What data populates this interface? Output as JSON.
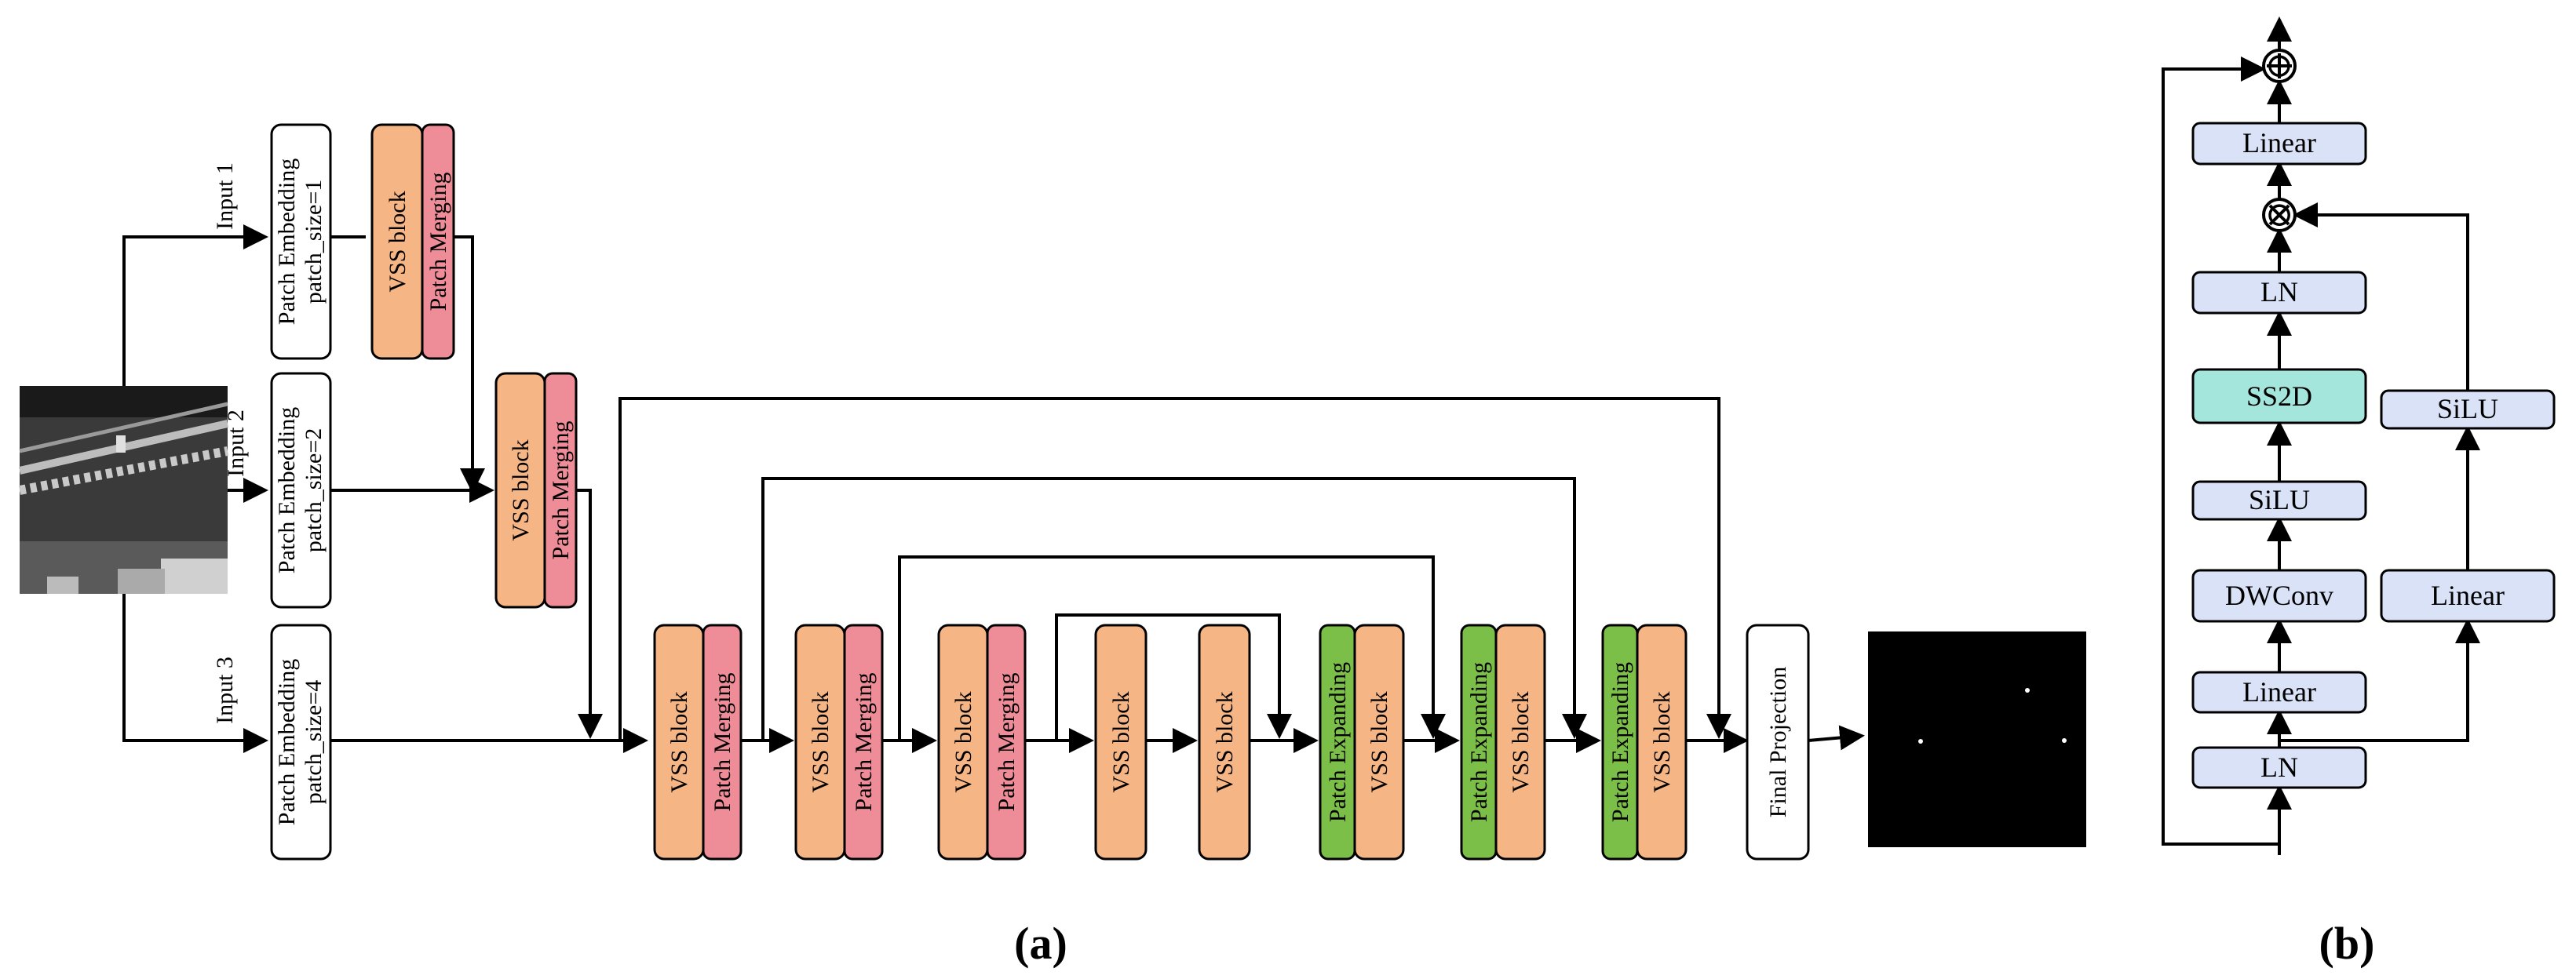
{
  "colors": {
    "vss": "#f6b584",
    "merging": "#ee8c98",
    "expanding": "#7cbf48",
    "white_box": "#ffffff",
    "panel_b": "#d9e2f6",
    "ss2d": "#a5e6dc",
    "stroke": "#000000"
  },
  "inputs": {
    "input1": "Input 1",
    "input2": "Input 2",
    "input3": "Input 3"
  },
  "embedding": {
    "title": "Patch Embedding",
    "size1": "patch_size=1",
    "size2": "patch_size=2",
    "size4": "patch_size=4"
  },
  "blocks": {
    "vss": "VSS block",
    "merging": "Patch Merging",
    "expanding": "Patch Expanding",
    "final": "Final Projection"
  },
  "panel_b": {
    "linear_top": "Linear",
    "ln_top": "LN",
    "ss2d": "SS2D",
    "silu_main": "SiLU",
    "dwconv": "DWConv",
    "linear_mid": "Linear",
    "ln_bottom": "LN",
    "silu_side": "SiLU",
    "linear_side": "Linear",
    "add_symbol": "⊕",
    "mul_symbol": "⊗"
  },
  "captions": {
    "a": "(a)",
    "b": "(b)"
  }
}
